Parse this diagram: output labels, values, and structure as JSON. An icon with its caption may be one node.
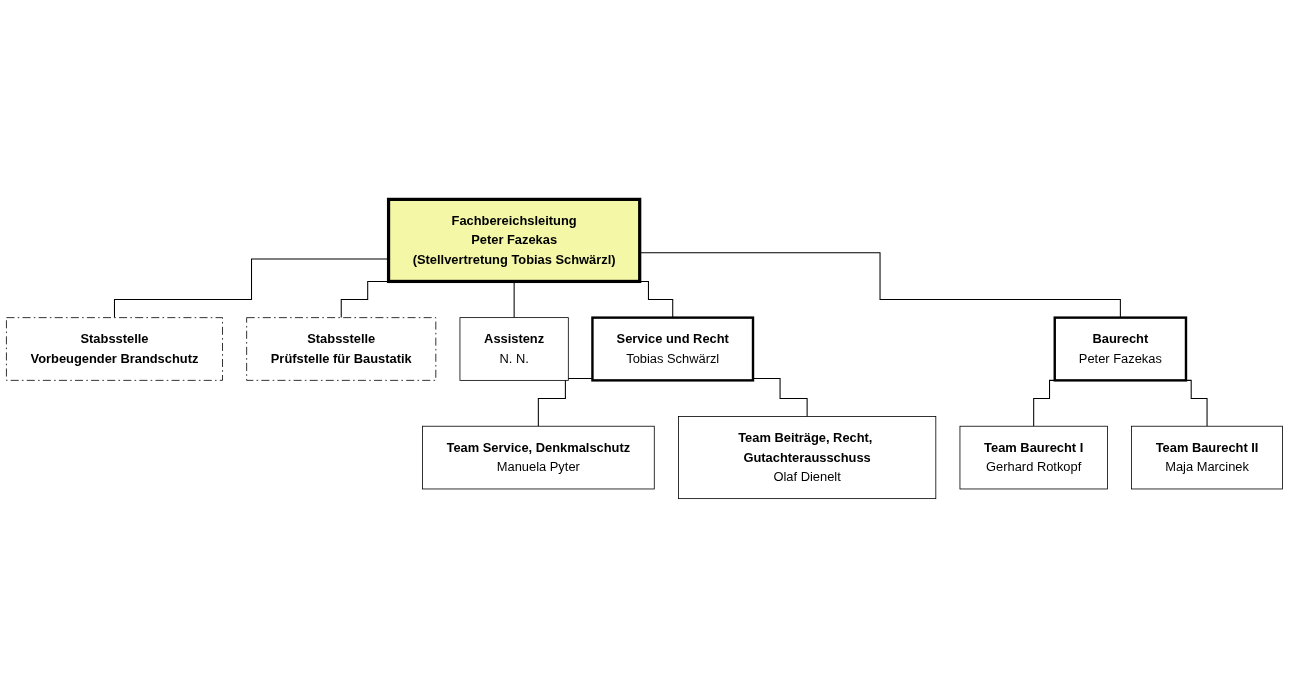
{
  "diagram": {
    "nodes": [
      {
        "text": [
          "Fachbereichsleitung",
          "Peter Fazekas",
          "(Stellvertretung Tobias Schwärzl)"
        ]
      },
      {
        "text": [
          "Stabsstelle",
          "Vorbeugender Brandschutz"
        ]
      },
      {
        "text": [
          "Stabsstelle",
          "Prüfstelle für Baustatik"
        ]
      },
      {
        "text": [
          "Assistenz",
          "N. N."
        ]
      },
      {
        "text": [
          "Service und Recht",
          "Tobias Schwärzl"
        ]
      },
      {
        "text": [
          "Baurecht",
          "Peter Fazekas"
        ]
      },
      {
        "text": [
          "Team Service, Denkmalschutz",
          "Manuela Pyter"
        ]
      },
      {
        "text": [
          "Team Beiträge, Recht, Gutachterausschuss",
          "Olaf Dienelt"
        ]
      },
      {
        "text": [
          "Team Baurecht I",
          "Gerhard Rotkopf"
        ]
      },
      {
        "text": [
          "Team Baurecht II",
          "Maja Marcinek"
        ]
      }
    ],
    "edges": [
      {
        "from": 0,
        "to": 1,
        "arrow": "none"
      },
      {
        "from": 0,
        "to": 2,
        "arrow": "none"
      },
      {
        "from": 0,
        "to": 3,
        "arrow": "none"
      },
      {
        "from": 0,
        "to": 4,
        "arrow": "none"
      },
      {
        "from": 0,
        "to": 5,
        "arrow": "none"
      },
      {
        "from": 4,
        "to": 6,
        "arrow": "none"
      },
      {
        "from": 4,
        "to": 7,
        "arrow": "none"
      },
      {
        "from": 5,
        "to": 8,
        "arrow": "none"
      },
      {
        "from": 5,
        "to": 9,
        "arrow": "none"
      }
    ]
  }
}
